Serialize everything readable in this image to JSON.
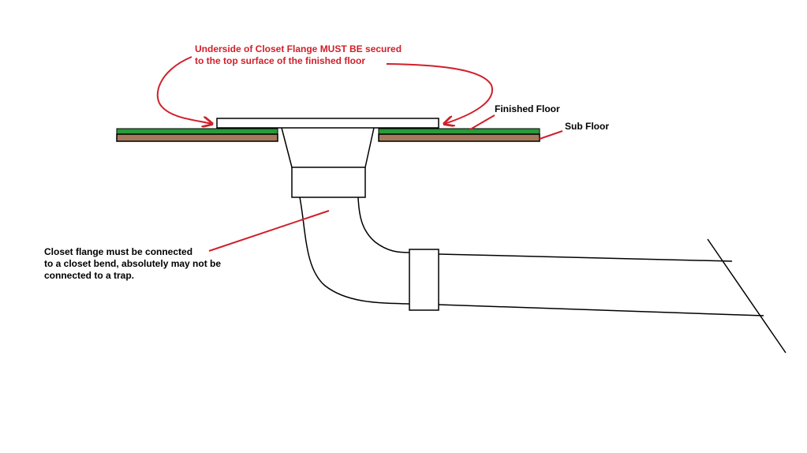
{
  "labels": {
    "flange_note_line1": "Underside of Closet Flange MUST BE secured",
    "flange_note_line2": "to the top surface of the finished floor",
    "finished_floor": "Finished Floor",
    "sub_floor": "Sub Floor",
    "bend_note_line1": "Closet flange must be connected",
    "bend_note_line2": "to a closet bend, absolutely may not be",
    "bend_note_line3": "connected to a trap."
  },
  "colors": {
    "annotation": "#d0202a",
    "finished_floor": "#2a9a3a",
    "sub_floor": "#a57a5c",
    "outline": "#000000",
    "background": "#ffffff"
  }
}
